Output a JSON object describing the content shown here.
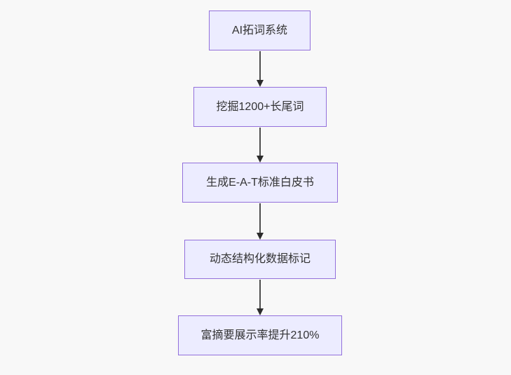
{
  "flowchart": {
    "direction": "top-down",
    "nodes": [
      {
        "id": "A",
        "label": "AI拓词系统"
      },
      {
        "id": "B",
        "label": "挖掘1200+长尾词"
      },
      {
        "id": "C",
        "label": "生成E-A-T标准白皮书"
      },
      {
        "id": "D",
        "label": "动态结构化数据标记"
      },
      {
        "id": "E",
        "label": "富摘要展示率提升210%"
      }
    ],
    "edges": [
      {
        "from": "A",
        "to": "B",
        "style": "arrow-down"
      },
      {
        "from": "B",
        "to": "C",
        "style": "arrow-down"
      },
      {
        "from": "C",
        "to": "D",
        "style": "arrow-down"
      },
      {
        "from": "D",
        "to": "E",
        "style": "arrow-down"
      }
    ],
    "colors": {
      "background": "#f8f8f8",
      "node_fill": "#ECECFF",
      "node_border": "#9370DB",
      "edge_line": "#4d4d4d",
      "arrowhead": "#2b2b2b",
      "text": "#333333"
    }
  }
}
